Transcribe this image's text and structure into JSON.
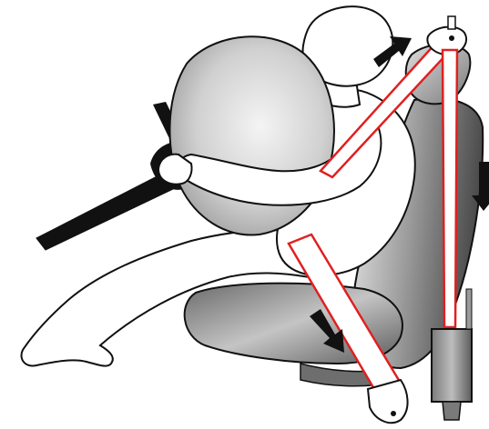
{
  "figure": {
    "subject": "seatbelt-pretensioner-and-airbag",
    "colors": {
      "belt_outline": "#e02020",
      "belt_fill": "#ffffff",
      "outline": "#111111",
      "airbag_light": "#f2f2f2",
      "airbag_dark": "#a8a8a8",
      "seat_light": "#d9d9d9",
      "seat_dark": "#4a4a4a",
      "arrow": "#111111"
    },
    "arrows": [
      {
        "name": "shoulder-anchor-arrow",
        "direction": "up-right"
      },
      {
        "name": "retractor-pull-arrow",
        "direction": "down"
      },
      {
        "name": "buckle-pretension-arrow",
        "direction": "down-right"
      }
    ]
  }
}
